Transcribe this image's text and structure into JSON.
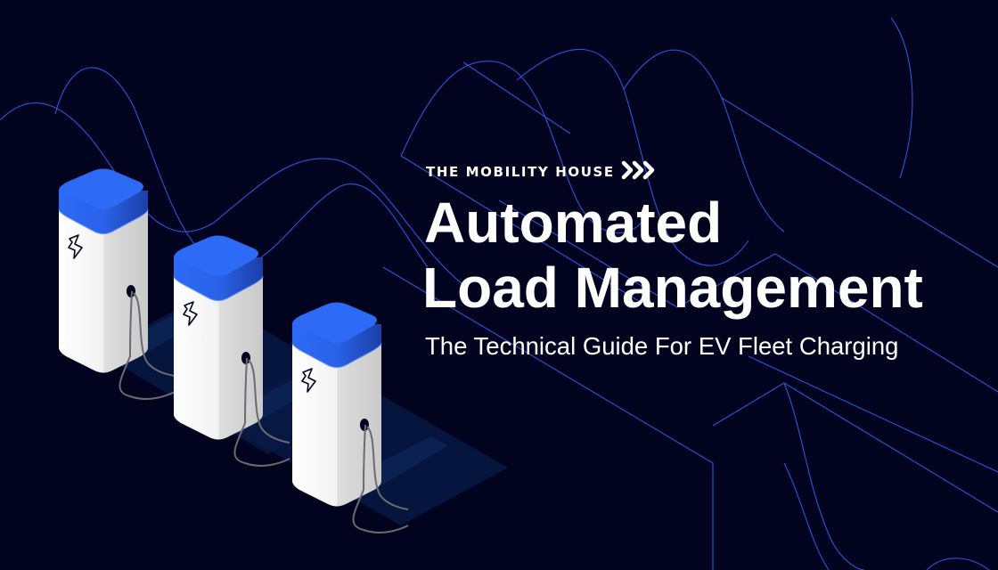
{
  "brand": {
    "name": "THE MOBILITY HOUSE",
    "icon": "triple-chevron-right-icon"
  },
  "headline": {
    "line1": "Automated",
    "line2": "Load Management"
  },
  "subtitle": "The Technical Guide For EV Fleet Charging",
  "colors": {
    "background": "#02031f",
    "accent": "#2d6af5",
    "line": "#2b55e0",
    "text": "#ffffff"
  },
  "illustration": {
    "charger_count": 3,
    "charger_icon": "lightning-bolt-icon"
  }
}
